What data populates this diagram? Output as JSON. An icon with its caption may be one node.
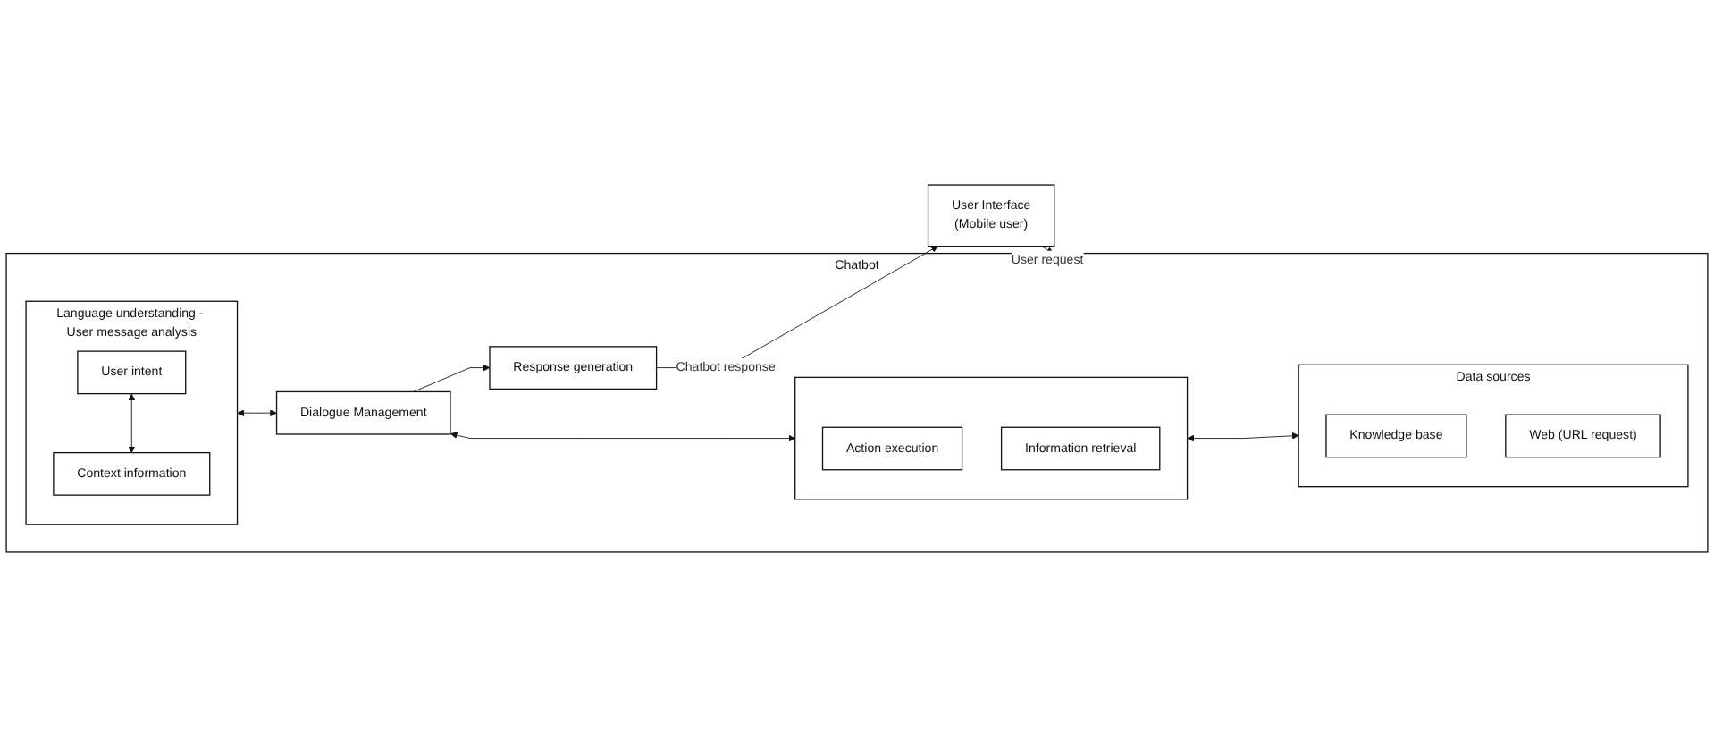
{
  "diagram": {
    "nodes": [
      {
        "text": [
          "User Interface",
          "(Mobile user)"
        ]
      },
      {
        "text": [
          "Chatbot"
        ]
      },
      {
        "text": [
          "Language understanding - User message analysis"
        ],
        "in": 1
      },
      {
        "text": [
          "User intent"
        ],
        "in": 2
      },
      {
        "text": [
          "Context information"
        ],
        "in": 2
      },
      {
        "text": [
          "Dialogue Management"
        ],
        "in": 1
      },
      {
        "text": [
          "Response generation"
        ],
        "in": 1
      },
      {
        "text": [],
        "shape": "box",
        "in": 1
      },
      {
        "text": [
          "Action execution"
        ],
        "in": 7
      },
      {
        "text": [
          "Information retrieval"
        ],
        "in": 7
      },
      {
        "text": [
          "Data sources"
        ],
        "in": 1
      },
      {
        "text": [
          "Knowledge base"
        ],
        "in": 10
      },
      {
        "text": [
          "Web (URL request)"
        ],
        "in": 10
      }
    ],
    "edges": [
      {
        "from": 0,
        "to": 1,
        "arrow": "to",
        "label": "User request"
      },
      {
        "from": 6,
        "to": 0,
        "arrow": "to",
        "label": "Chatbot response"
      },
      {
        "from": 3,
        "to": 4,
        "arrow": "both"
      },
      {
        "from": 2,
        "to": 5,
        "arrow": "both"
      },
      {
        "from": 5,
        "to": 6,
        "arrow": "to"
      },
      {
        "from": 5,
        "to": 7,
        "arrow": "both"
      },
      {
        "from": 7,
        "to": 10,
        "arrow": "both"
      }
    ]
  }
}
